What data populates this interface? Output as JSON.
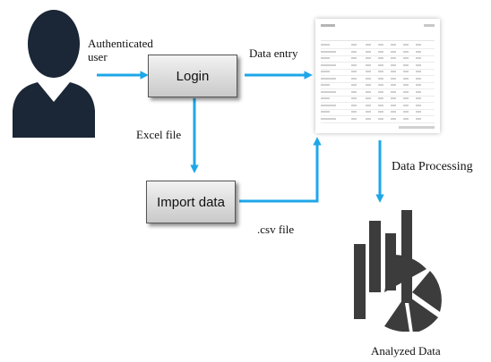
{
  "labels": {
    "authenticated_user": "Authenticated\nuser",
    "data_entry": "Data entry",
    "excel_file": "Excel file",
    "csv_file": ".csv file",
    "data_processing": "Data Processing",
    "analyzed_data": "Analyzed Data"
  },
  "boxes": {
    "login": "Login",
    "import_data": "Import data"
  },
  "icons": {
    "user": "user-silhouette-icon",
    "spreadsheet": "spreadsheet-thumbnail-icon",
    "chart": "bar-pie-chart-icon"
  },
  "colors": {
    "arrow": "#1ea7e8",
    "user": "#1b2636",
    "chart": "#3c3c3c",
    "box_top": "#f2f2f2",
    "box_bottom": "#c9c9c9"
  }
}
